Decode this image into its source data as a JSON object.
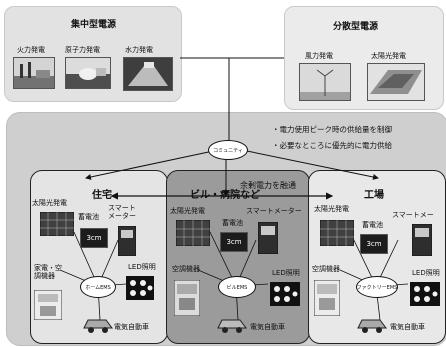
{
  "central": {
    "title": "集中型電源",
    "items": [
      {
        "label": "火力発電",
        "icon": "thermal-plant-photo"
      },
      {
        "label": "原子力発電",
        "icon": "nuclear-plant-photo"
      },
      {
        "label": "水力発電",
        "icon": "hydro-dam-photo"
      }
    ]
  },
  "distributed": {
    "title": "分散型電源",
    "items": [
      {
        "label": "風力発電",
        "icon": "wind-turbine-photo"
      },
      {
        "label": "太陽光発電",
        "icon": "solar-panel-photo"
      }
    ]
  },
  "hub": {
    "label": "コミュニティ"
  },
  "notes": [
    "・電力使用ピーク時の供給量を制御",
    "・必要なところに優先的に電力供給"
  ],
  "surplus_label": "余剰電力を融通",
  "communities": {
    "house": {
      "title": "住宅",
      "solar": "太陽光発電",
      "meter": "スマートメーター",
      "battery": "蓄電池",
      "appliances": "家電・空調機器",
      "led": "LED照明",
      "ev": "電気自動車",
      "hub": "ホームEMS"
    },
    "hospital": {
      "title": "ビル・病院など",
      "solar": "太陽光発電",
      "meter": "スマートメーター",
      "battery": "蓄電池",
      "appliances": "空調機器",
      "led": "LED照明",
      "ev": "電気自動車",
      "hub": "ビルEMS"
    },
    "factory": {
      "title": "工場",
      "solar": "太陽光発電",
      "meter": "スマートメー",
      "battery": "蓄電池",
      "appliances": "空調機器",
      "led": "LED照明",
      "ev": "電気自動車",
      "hub": "ファクトリーEMS"
    }
  },
  "battery_display": "3cm",
  "colors": {
    "panel_gray": "#e2e2e2",
    "big_panel": "#cfcfcf",
    "hospital_bg": "#9b9b9b"
  }
}
